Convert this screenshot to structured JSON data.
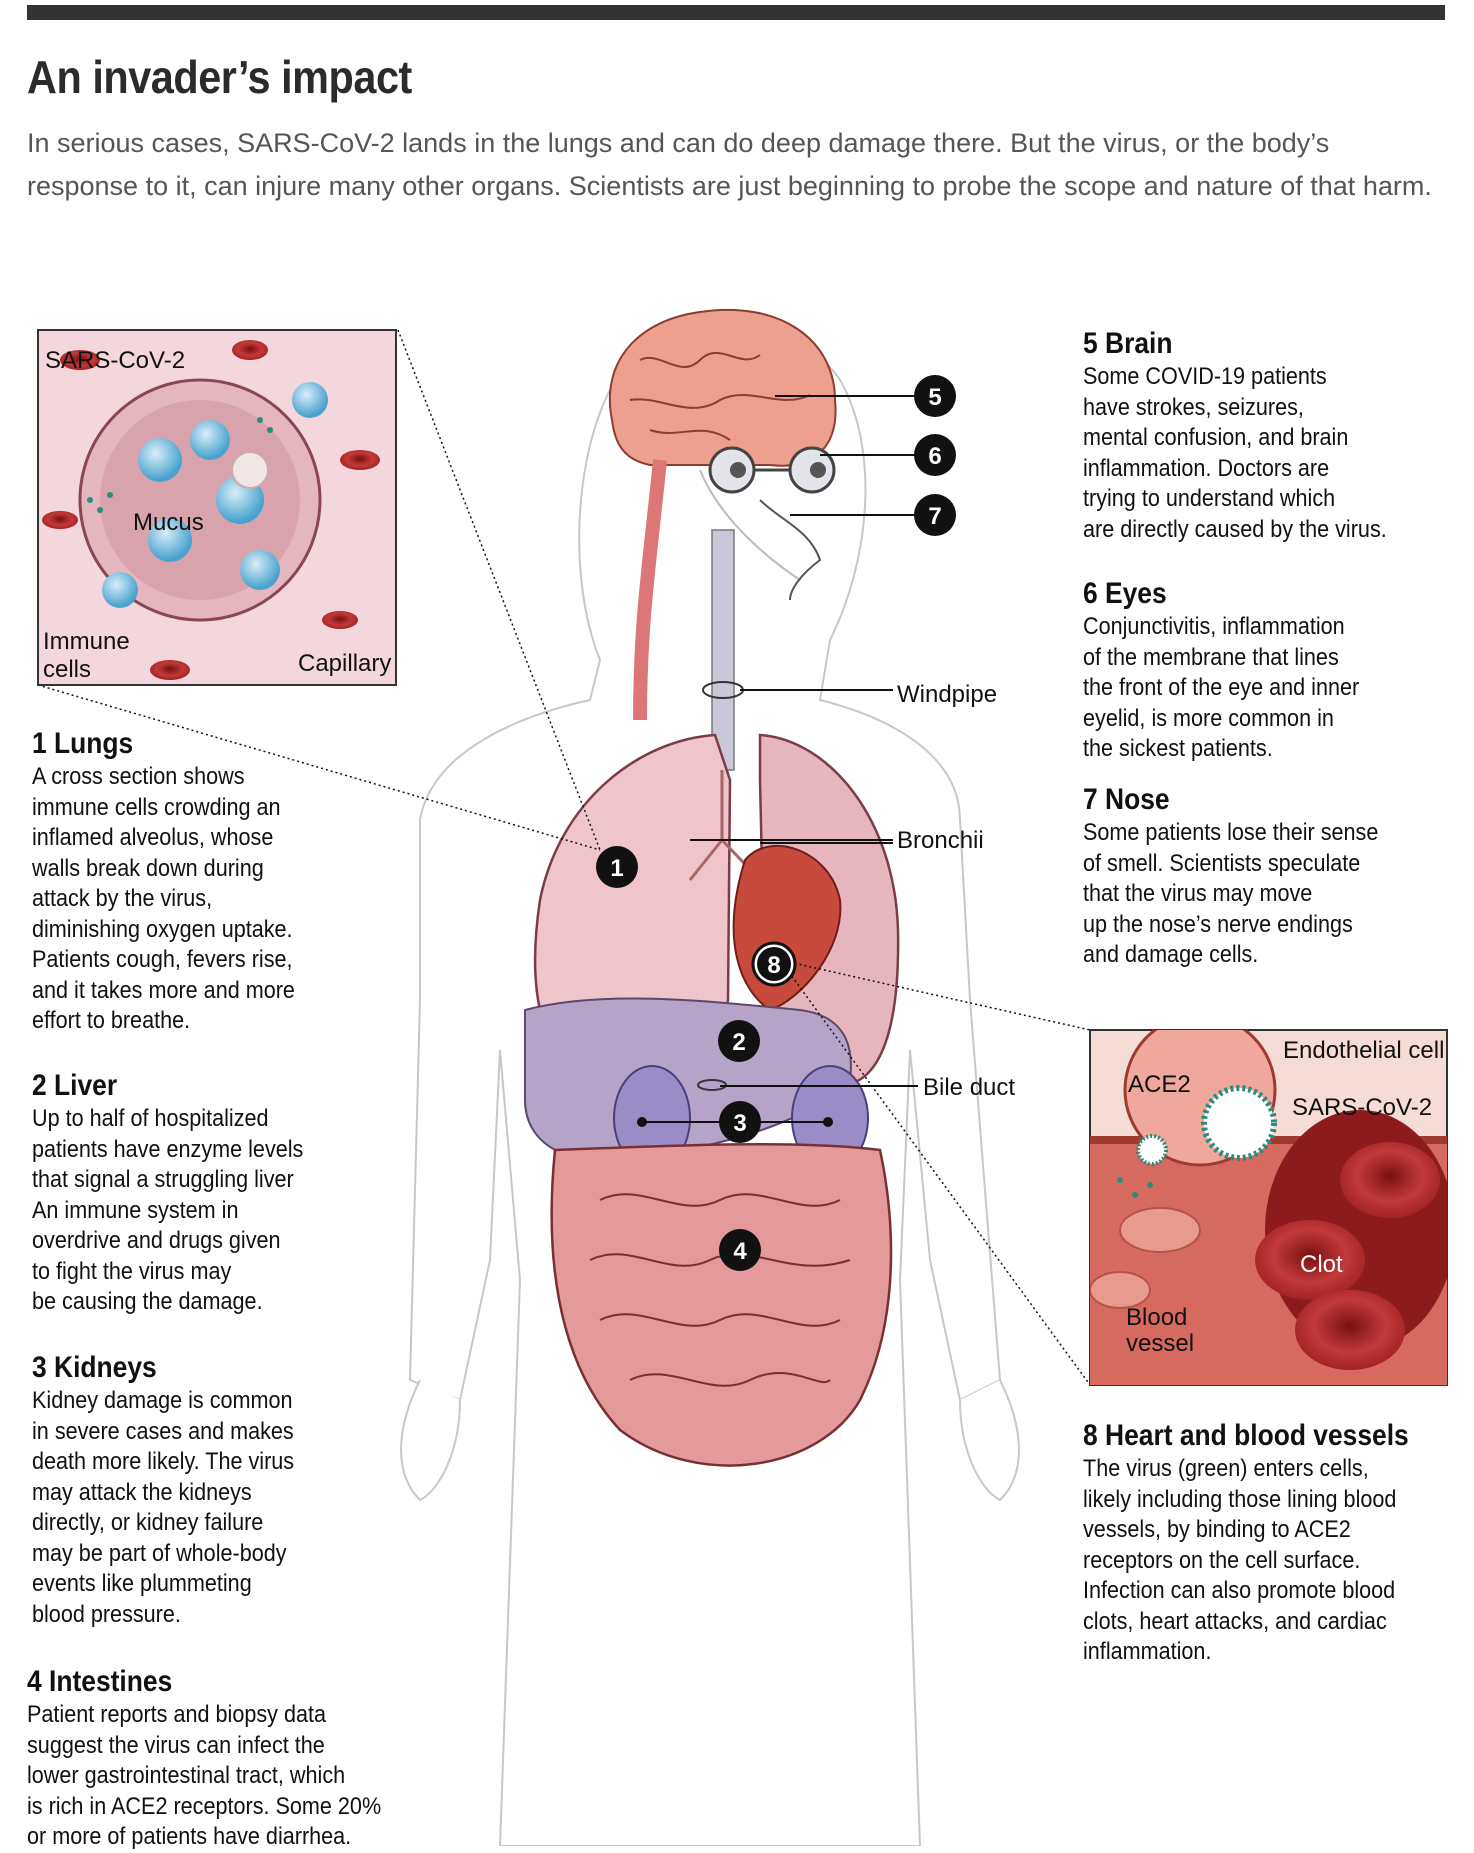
{
  "header": {
    "title": "An invader’s impact",
    "intro": "In serious cases, SARS-CoV-2 lands in the lungs and can do deep damage there. But the virus, or the body’s response to it, can injure many other organs. Scientists are just beginning to probe the scope and nature of that harm."
  },
  "callouts": {
    "lungs": {
      "heading": "1 Lungs",
      "lines": [
        "A cross section shows",
        "immune cells crowding an",
        "inflamed alveolus, whose",
        "walls break down during",
        "attack by the virus,",
        "diminishing oxygen uptake.",
        "Patients cough, fevers rise,",
        "and it takes more and more",
        "effort to breathe."
      ]
    },
    "liver": {
      "heading": "2 Liver",
      "lines": [
        "Up to half of hospitalized",
        "patients have enzyme levels",
        "that signal a struggling liver",
        "An immune system in",
        "overdrive and drugs given",
        "to fight the virus may",
        "be causing the damage."
      ]
    },
    "kidneys": {
      "heading": "3 Kidneys",
      "lines": [
        "Kidney damage is common",
        "in severe cases and makes",
        "death more likely. The virus",
        "may attack the kidneys",
        "directly, or kidney failure",
        "may be part of whole-body",
        "events like plummeting",
        "blood pressure."
      ]
    },
    "intestines": {
      "heading": "4 Intestines",
      "lines": [
        "Patient reports and biopsy data",
        "suggest the virus can infect the",
        "lower gastrointestinal tract, which",
        "is rich in ACE2 receptors. Some 20%",
        "or more of patients have diarrhea."
      ]
    },
    "brain": {
      "heading": "5 Brain",
      "lines": [
        "Some COVID-19 patients",
        "have strokes, seizures,",
        "mental confusion, and brain",
        "inflammation. Doctors are",
        "trying to understand which",
        "are directly caused by the virus."
      ]
    },
    "eyes": {
      "heading": "6 Eyes",
      "lines": [
        "Conjunctivitis, inflammation",
        "of the membrane that lines",
        "the front of the eye and inner",
        "eyelid, is more common in",
        "the sickest patients."
      ]
    },
    "nose": {
      "heading": "7 Nose",
      "lines": [
        "Some patients lose their sense",
        "of smell. Scientists speculate",
        "that the virus may move",
        "up the nose’s nerve endings",
        "and damage cells."
      ]
    },
    "heart": {
      "heading": "8 Heart and blood vessels",
      "lines": [
        "The virus (green) enters cells,",
        "likely including those lining blood",
        "vessels, by binding to ACE2",
        "receptors on the cell surface.",
        "Infection can also promote blood",
        "clots, heart attacks, and cardiac",
        "inflammation."
      ]
    }
  },
  "figure": {
    "markers": [
      "1",
      "2",
      "3",
      "4",
      "5",
      "6",
      "7",
      "8"
    ],
    "labels": {
      "windpipe": "Windpipe",
      "bronchii": "Bronchii",
      "bile_duct": "Bile duct"
    },
    "lung_inset": {
      "virus": "SARS-CoV-2",
      "mucus": "Mucus",
      "immune_1": "Immune",
      "immune_2": "cells",
      "capillary": "Capillary"
    },
    "vessel_inset": {
      "endothelial": "Endothelial cell",
      "ace2": "ACE2",
      "virus": "SARS-CoV-2",
      "clot": "Clot",
      "vessel_1": "Blood",
      "vessel_2": "vessel"
    }
  },
  "colors": {
    "organ_pink": "#e8a6a6",
    "intestine": "#d98585",
    "liver": "#b9a3c2",
    "marker": "#111111",
    "virus_green": "#2a8c7e",
    "clot_red": "#8e1b1b"
  }
}
